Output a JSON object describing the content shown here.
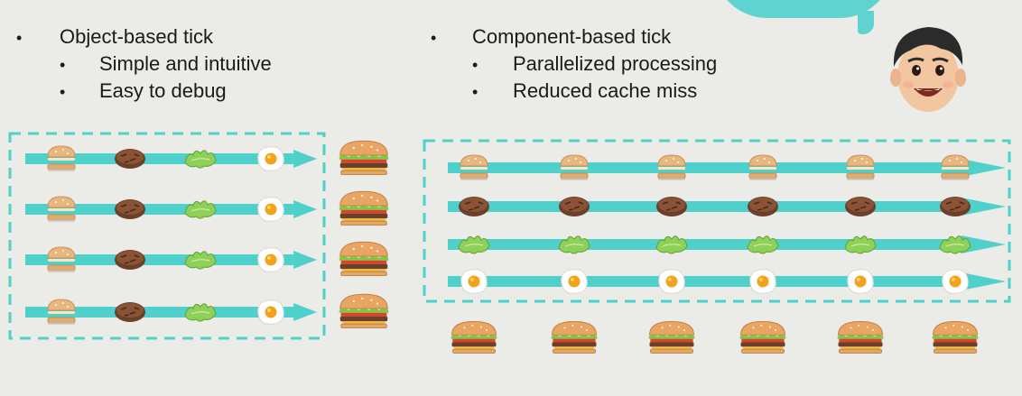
{
  "colors": {
    "accent": "#4fd0cb",
    "text": "#1a1a1a",
    "background": "#ebebe7"
  },
  "left_panel": {
    "heading": "Object-based tick",
    "points": [
      "Simple and intuitive",
      "Easy to debug"
    ],
    "rows": [
      [
        "bun",
        "patty",
        "lettuce",
        "egg"
      ],
      [
        "bun",
        "patty",
        "lettuce",
        "egg"
      ],
      [
        "bun",
        "patty",
        "lettuce",
        "egg"
      ],
      [
        "bun",
        "patty",
        "lettuce",
        "egg"
      ]
    ],
    "outputs": [
      "burger",
      "burger",
      "burger",
      "burger"
    ]
  },
  "right_panel": {
    "heading": "Component-based tick",
    "points": [
      "Parallelized processing",
      "Reduced cache miss"
    ],
    "rows": [
      [
        "bun",
        "bun",
        "bun",
        "bun",
        "bun",
        "bun"
      ],
      [
        "patty",
        "patty",
        "patty",
        "patty",
        "patty",
        "patty"
      ],
      [
        "lettuce",
        "lettuce",
        "lettuce",
        "lettuce",
        "lettuce",
        "lettuce"
      ],
      [
        "egg",
        "egg",
        "egg",
        "egg",
        "egg",
        "egg"
      ]
    ],
    "outputs": [
      "burger",
      "burger",
      "burger",
      "burger",
      "burger",
      "burger"
    ]
  },
  "icons": {
    "bullet": "•",
    "presenter": "memoji-avatar-icon",
    "speech": "speech-bubble-icon"
  }
}
